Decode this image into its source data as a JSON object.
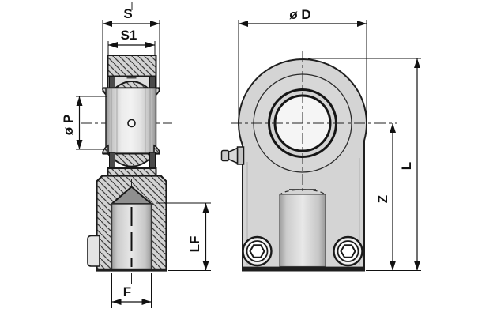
{
  "drawing": {
    "description_labels": {
      "s": "S",
      "s1": "S1",
      "p": "ø P",
      "f": "F",
      "lf": "LF",
      "d": "ø D",
      "z": "Z",
      "l": "L"
    },
    "colors": {
      "background": "#ffffff",
      "line": "#1a1a1a",
      "dimension_line": "#111111",
      "hatch_fill": "#d3d3d3",
      "hatch_line": "#3f3f3f",
      "body_fill": "#d4d4d4",
      "seal_dark": "#4a4a4a",
      "cone_gray": "#8f8f8f"
    }
  }
}
